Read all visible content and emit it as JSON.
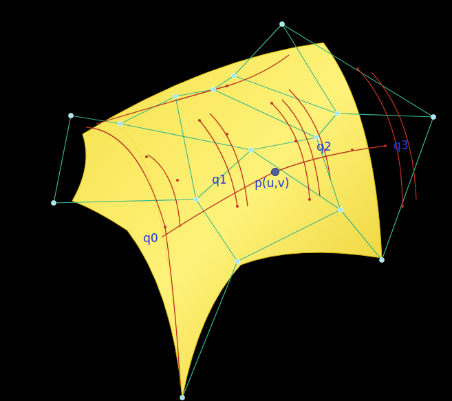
{
  "diagram": {
    "labels": [
      "q0",
      "q1",
      "q2",
      "q3",
      "p(u,v)"
    ]
  }
}
